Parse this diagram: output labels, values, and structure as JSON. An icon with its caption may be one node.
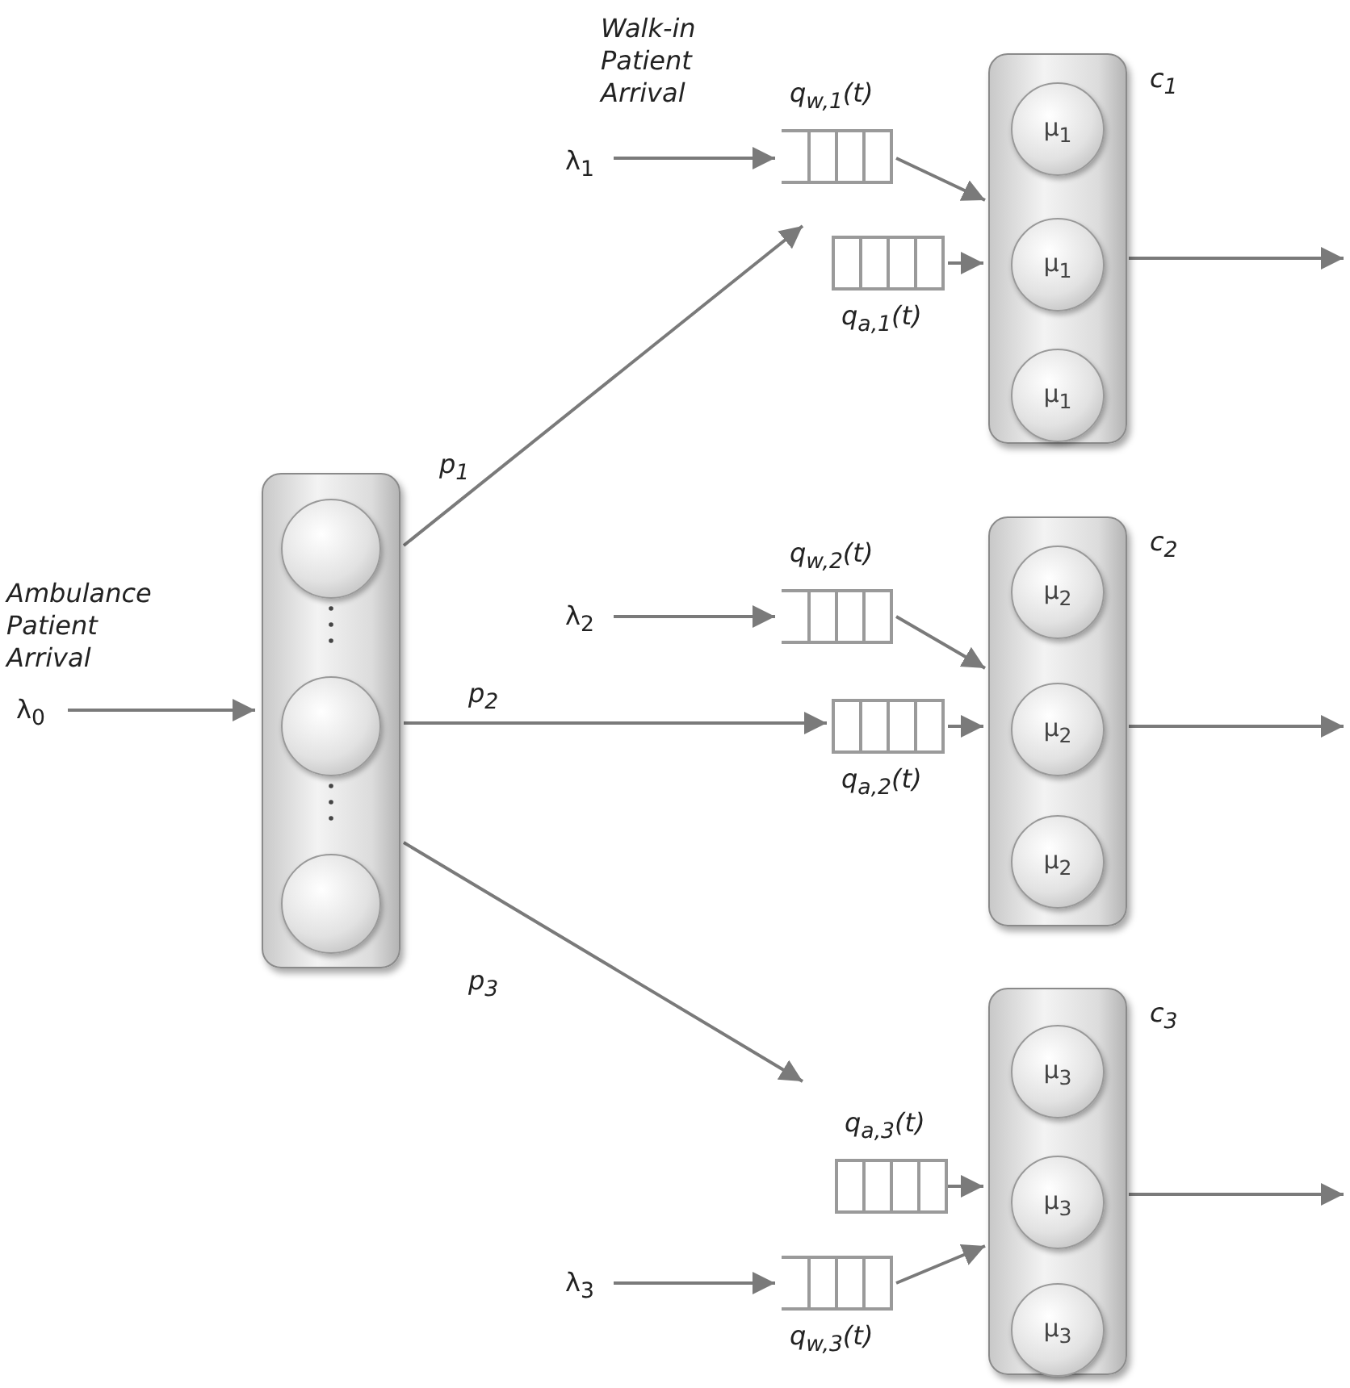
{
  "diagram": {
    "nodes": [
      {
        "text": [
          "λ$_{0}$"
        ],
        "beside": [
          "Ambulance Patient Arrival"
        ]
      },
      {
        "text": [],
        "shape": "box"
      },
      {
        "text": [],
        "shape": "circle",
        "in": 1
      },
      {
        "text": [],
        "shape": "circle",
        "in": 1
      },
      {
        "text": [],
        "shape": "circle",
        "in": 1
      },
      {
        "text": [
          "λ$_{1}$"
        ],
        "beside": [
          "Walk-in Patient Arrival"
        ]
      },
      {
        "text": [
          "q$_{w,1}$(t)"
        ]
      },
      {
        "text": [
          "q$_{a,1}$(t)"
        ]
      },
      {
        "text": [
          "c$_{1}$"
        ]
      },
      {
        "text": [
          "μ$_{1}$"
        ],
        "in": 8
      },
      {
        "text": [
          "μ$_{1}$"
        ],
        "in": 8
      },
      {
        "text": [
          "μ$_{1}$"
        ],
        "in": 8
      },
      {
        "text": [
          "λ$_{2}$"
        ]
      },
      {
        "text": [
          "q$_{w,2}$(t)"
        ]
      },
      {
        "text": [
          "q$_{a,2}$(t)"
        ]
      },
      {
        "text": [
          "c$_{2}$"
        ]
      },
      {
        "text": [
          "μ$_{2}$"
        ],
        "in": 15
      },
      {
        "text": [
          "μ$_{2}$"
        ],
        "in": 15
      },
      {
        "text": [
          "μ$_{2}$"
        ],
        "in": 15
      },
      {
        "text": [
          "q$_{a,3}$(t)"
        ]
      },
      {
        "text": [
          "λ$_{3}$"
        ]
      },
      {
        "text": [
          "q$_{w,3}$(t)"
        ]
      },
      {
        "text": [
          "c$_{3}$"
        ]
      },
      {
        "text": [
          "μ$_{3}$"
        ],
        "in": 22
      },
      {
        "text": [
          "μ$_{3}$"
        ],
        "in": 22
      },
      {
        "text": [
          "μ$_{3}$"
        ],
        "in": 22
      }
    ],
    "edges": [
      {
        "from": 0,
        "to": 1,
        "arrow": "to"
      },
      {
        "from": 1,
        "to": 7,
        "arrow": "to",
        "label": "p$_{1}$"
      },
      {
        "from": 1,
        "to": 14,
        "arrow": "to",
        "label": "p$_{2}$"
      },
      {
        "from": 1,
        "to": 19,
        "arrow": "to",
        "label": "p$_{3}$"
      },
      {
        "from": 5,
        "to": 6,
        "arrow": "to"
      },
      {
        "from": 6,
        "to": 8,
        "arrow": "to"
      },
      {
        "from": 7,
        "to": 8,
        "arrow": "to"
      },
      {
        "from": 8,
        "to": null,
        "arrow": "to"
      },
      {
        "from": 12,
        "to": 13,
        "arrow": "to"
      },
      {
        "from": 13,
        "to": 15,
        "arrow": "to"
      },
      {
        "from": 14,
        "to": 15,
        "arrow": "to"
      },
      {
        "from": 15,
        "to": null,
        "arrow": "to"
      },
      {
        "from": 20,
        "to": 21,
        "arrow": "to"
      },
      {
        "from": 21,
        "to": 22,
        "arrow": "to"
      },
      {
        "from": 19,
        "to": 22,
        "arrow": "to"
      },
      {
        "from": 22,
        "to": null,
        "arrow": "to"
      }
    ]
  }
}
